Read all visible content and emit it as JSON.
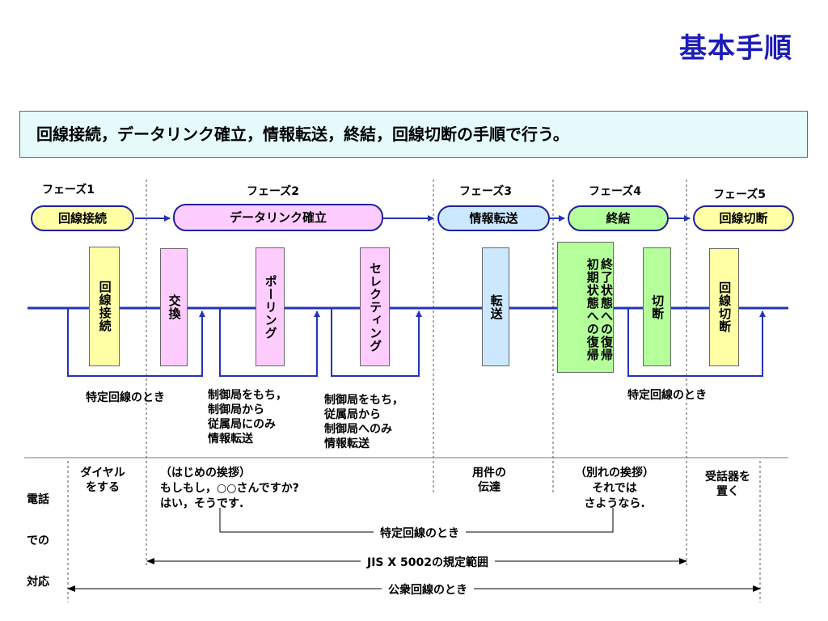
{
  "header": {
    "title": "基本手順"
  },
  "banner": {
    "text": "回線接続，データリンク確立，情報転送，終結，回線切断の手順で行う。"
  },
  "phases": [
    {
      "label": "フェーズ1",
      "name": "回線接続"
    },
    {
      "label": "フェーズ2",
      "name": "データリンク確立"
    },
    {
      "label": "フェーズ3",
      "name": "情報転送"
    },
    {
      "label": "フェーズ4",
      "name": "終結"
    },
    {
      "label": "フェーズ5",
      "name": "回線切断"
    }
  ],
  "steps": [
    {
      "text": "回線接続"
    },
    {
      "text": "交換"
    },
    {
      "text": "ポーリング"
    },
    {
      "text": "セレクティング"
    },
    {
      "text": "転送"
    },
    {
      "text": "終了状態への復帰\n初期状態への復帰"
    },
    {
      "text": "切断"
    },
    {
      "text": "回線切断"
    }
  ],
  "notes": {
    "specific_line_1": "特定回線のとき",
    "polling": "制御局をもち，\n制御局から\n従属局にのみ\n情報転送",
    "selecting": "制御局をもち，\n従属局から\n制御局へのみ\n情報転送",
    "specific_line_2": "特定回線のとき"
  },
  "phone": {
    "heading": [
      "電話",
      "での",
      "対応"
    ],
    "dial": "ダイヤル\nをする",
    "greeting": "（はじめの挨拶）\nもしもし，○○さんですか?\nはい，そうです.",
    "business": "用件の\n伝達",
    "farewell": "（別れの挨拶）\nそれでは\nさようなら.",
    "hangup": "受話器を\n置く"
  },
  "ranges": {
    "specific": "特定回線のとき",
    "jis": "JIS X 5002の規定範囲",
    "public": "公衆回線のとき"
  },
  "colors": {
    "title": "#1d1db8",
    "arrow_blue": "#2233bb",
    "yellow": "#ffffa6",
    "pink": "#ffccff",
    "light_blue": "#cce8ff",
    "green": "#b4ff9a",
    "banner": "#e5fbfb"
  }
}
